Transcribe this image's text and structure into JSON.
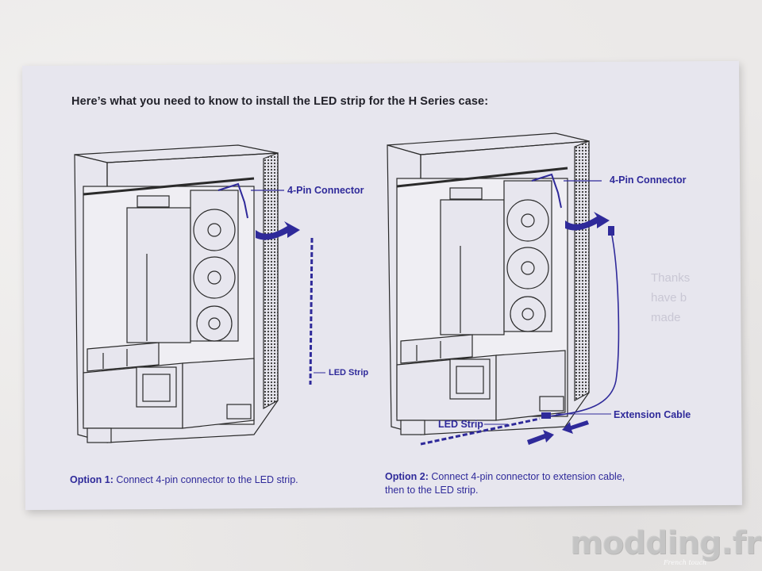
{
  "card": {
    "headline": "Here’s what you need to know to install the LED strip for the H Series case:",
    "left_diagram": {
      "connector_label": "4-Pin Connector",
      "strip_label": "LED Strip"
    },
    "right_diagram": {
      "connector_label": "4-Pin Connector",
      "strip_label": "LED Strip",
      "cable_label": "Extension Cable"
    },
    "option1": {
      "head": "Option 1:",
      "text": "Connect 4-pin connector to the LED strip."
    },
    "option2": {
      "head": "Option 2:",
      "line1": "Connect 4-pin connector to extension cable,",
      "line2": "then to the LED strip."
    }
  },
  "watermark": {
    "text": "modding.fr",
    "tagline": "French touch"
  },
  "colors": {
    "accent": "#2f2a9a",
    "line": "#2a2a2a",
    "card": "#e7e6ee"
  }
}
